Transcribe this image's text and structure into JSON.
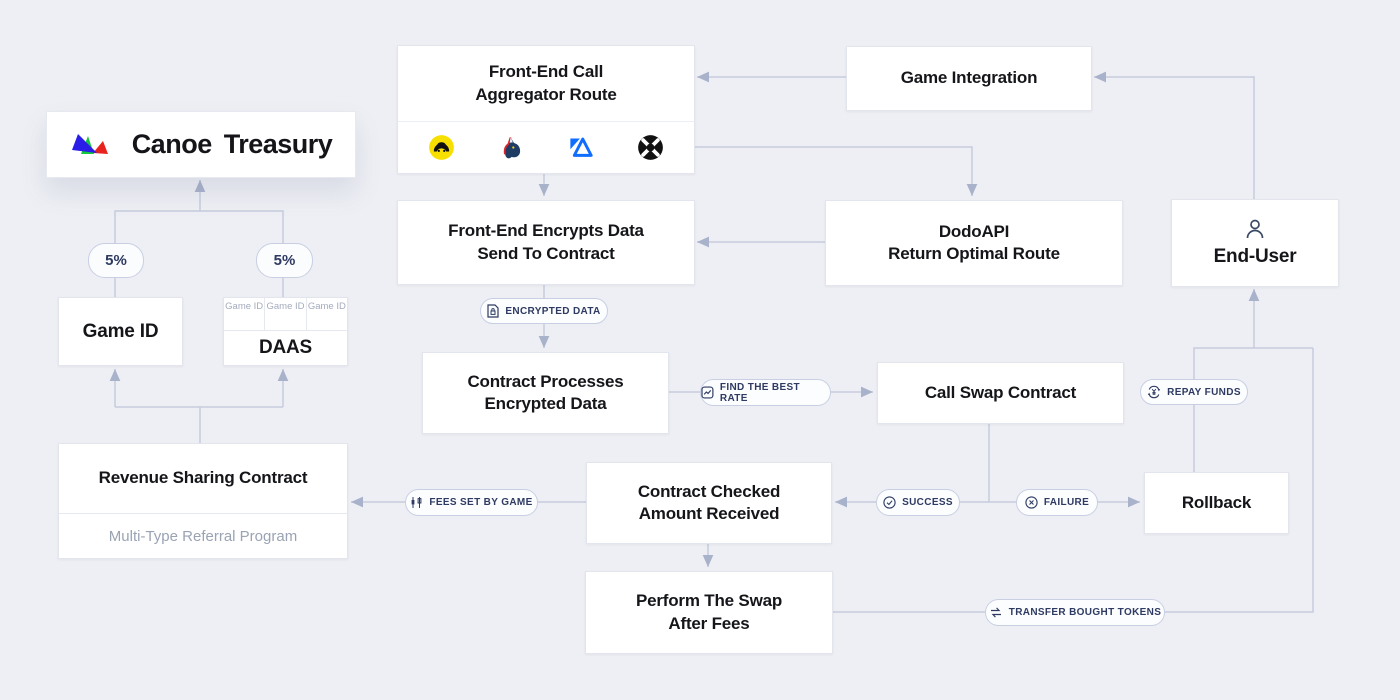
{
  "logo": {
    "brand": "Canoe",
    "product": "Treasury"
  },
  "nodes": {
    "front_end_call": {
      "line1": "Front-End Call",
      "line2": "Aggregator Route"
    },
    "game_integration": {
      "title": "Game Integration"
    },
    "end_user": {
      "title": "End-User"
    },
    "front_end_encrypts": {
      "line1": "Front-End Encrypts Data",
      "line2": "Send To Contract"
    },
    "dodo_api": {
      "line1": "DodoAPI",
      "line2": "Return Optimal Route"
    },
    "contract_processes": {
      "line1": "Contract Processes",
      "line2": "Encrypted Data"
    },
    "call_swap": {
      "title": "Call Swap Contract"
    },
    "contract_checked": {
      "line1": "Contract Checked",
      "line2": "Amount Received"
    },
    "perform_swap": {
      "line1": "Perform The Swap",
      "line2": "After Fees"
    },
    "rollback": {
      "title": "Rollback"
    },
    "game_id": {
      "title": "Game ID"
    },
    "daas": {
      "title": "DAAS",
      "cells": [
        "Game ID",
        "Game ID",
        "Game ID"
      ]
    },
    "revenue_sharing": {
      "title": "Revenue Sharing Contract",
      "subtitle": "Multi-Type Referral Program"
    }
  },
  "badges": {
    "fee_left": "5%",
    "fee_right": "5%",
    "encrypted_data": "ENCRYPTED DATA",
    "find_best_rate": "FIND THE BEST RATE",
    "success": "SUCCESS",
    "failure": "FAILURE",
    "fees_set_by_game": "FEES SET BY GAME",
    "repay_funds": "REPAY FUNDS",
    "transfer_bought_tokens": "TRANSFER BOUGHT TOKENS"
  },
  "aggregator_icons": [
    "cow-protocol",
    "1inch",
    "tokenlon",
    "0x"
  ],
  "colors": {
    "background": "#edeff4",
    "line": "#c6ccdd",
    "arrow": "#a9b2cb",
    "box_border": "#e2e5ee",
    "badge_border": "#c8cfe3",
    "badge_text": "#2e3a62",
    "title_text": "#15161a",
    "muted_text": "#9aa3b4",
    "cow_yellow": "#f7e000",
    "tokenlon_blue": "#0f6eff",
    "logo_blue": "#2a1de8",
    "logo_green": "#14c73e",
    "logo_red": "#e8221c"
  }
}
